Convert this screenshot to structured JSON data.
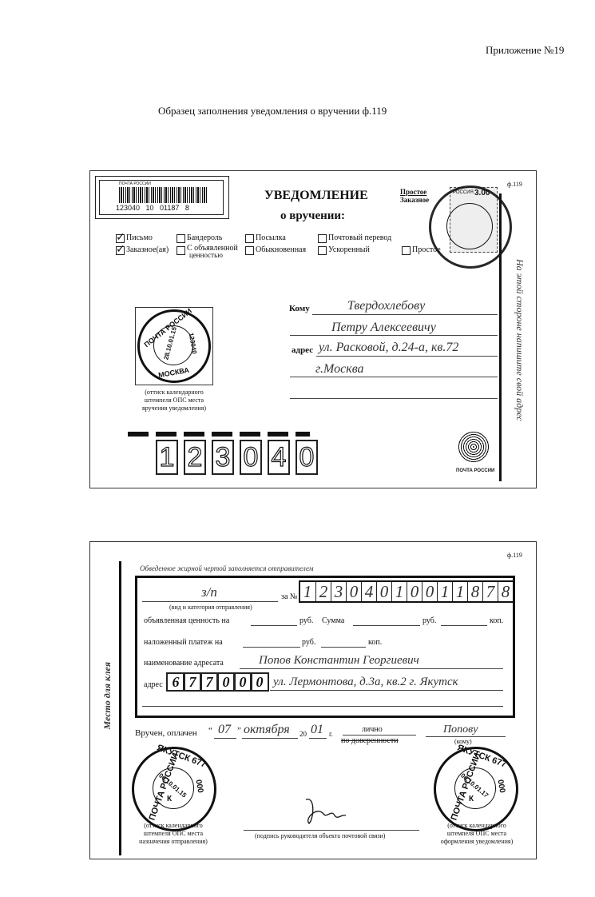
{
  "appendix": "Приложение №19",
  "title": "Образец заполнения уведомления о вручении ф.119",
  "front": {
    "form_code": "ф.119",
    "barcode_header": "ПОЧТА РОССИИ",
    "barcode_number": "123040   10   01187   8",
    "heading1": "УВЕДОМЛЕНИЕ",
    "heading2": "о вручении:",
    "simple": "Простое",
    "registered": "Заказное",
    "stamp_brand": "РОССИЯ",
    "stamp_value": "3.00",
    "checkboxes": {
      "letter": "Письмо",
      "parcel_printed": "Бандероль",
      "package": "Посылка",
      "money_order": "Почтовый перевод",
      "registered": "Заказное(ая)",
      "declared_value_1": "С объявленной",
      "declared_value_2": "ценностью",
      "ordinary": "Обыкновенная",
      "expedited": "Ускоренный",
      "simple": "Простое"
    },
    "calendar_stamp": {
      "top": "ПОЧТА РОССИИ",
      "city": "МОСКВА",
      "index": "123040",
      "date": "28.10.01.15",
      "note_1": "(оттиск календарного",
      "note_2": "штемпеля ОПС места",
      "note_3": "вручения уведомления)"
    },
    "to_label": "Кому",
    "to_line1": "Твердохлебову",
    "to_line2": "Петру Алексеевичу",
    "address_label": "адрес",
    "address_line1": "ул. Расковой, д.24-а, кв.72",
    "address_line2": "г.Москва",
    "side_text": "На этой стороне напишите свой адрес",
    "postal_logo_caption": "ПОЧТА РОССИИ",
    "postcode_digits": [
      "1",
      "2",
      "3",
      "0",
      "4",
      "0"
    ]
  },
  "back": {
    "form_code": "ф.119",
    "sender_note": "Обведенное жирной чертой заполняется отправителем",
    "side_text": "Место для клея",
    "item_kind": "з/п",
    "item_kind_caption": "(вид и категория отправления)",
    "number_label": "за №",
    "number_digits": [
      "1",
      "2",
      "3",
      "0",
      "4",
      "0",
      "1",
      "0",
      "0",
      "1",
      "1",
      "8",
      "7",
      "8"
    ],
    "declared_value_label": "объявленная ценность на",
    "rub1": "руб.",
    "sum_label": "Сумма",
    "rub2": "руб.",
    "kop1": "коп.",
    "cod_label": "наложенный платеж на",
    "rub3": "руб.",
    "kop2": "коп.",
    "addressee_label": "наименование адресата",
    "addressee": "Попов Константин Георгиевич",
    "address_label": "адрес",
    "zip_digits": [
      "6",
      "7",
      "7",
      "0",
      "0",
      "0"
    ],
    "address": "ул. Лермонтова, д.3а, кв.2 г. Якутск",
    "delivered_label": "Вручен, оплачен",
    "day": "07",
    "month": "октября",
    "year_prefix": "20",
    "year": "01",
    "year_suffix": "г.",
    "personally": "лично",
    "by_proxy": "по доверенности",
    "recipient": "Попову",
    "recipient_caption": "(кому)",
    "left_stamp": {
      "top": "ЯКУТСК 677",
      "bottom": "ПОЧТА РОССИИ",
      "date": "06.10.01.15",
      "letter": "К",
      "index": "000"
    },
    "right_stamp": {
      "top": "ЯКУТСК 677",
      "bottom": "ПОЧТА РОССИИ",
      "date": "06.10.01.17",
      "letter": "К",
      "index": "000"
    },
    "left_caption_1": "(оттиск календарного",
    "left_caption_2": "штемпеля ОПС места",
    "left_caption_3": "назначения отправления)",
    "signature_caption": "(подпись руководителя объекта почтовой связи)",
    "right_caption_1": "(оттиск календарного",
    "right_caption_2": "штемпеля ОПС места",
    "right_caption_3": "оформления уведомления)"
  }
}
